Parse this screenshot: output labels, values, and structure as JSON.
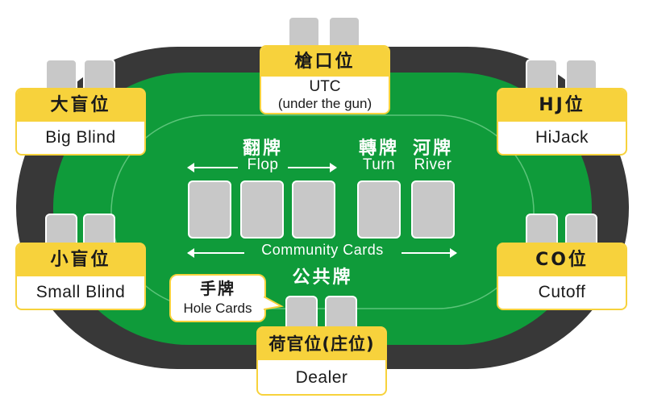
{
  "seats": {
    "utg": {
      "cn": "槍口位",
      "en_line1": "UTC",
      "en_line2": "(under the gun)"
    },
    "big_blind": {
      "cn": "大盲位",
      "en": "Big Blind"
    },
    "hijack": {
      "cn": "HJ位",
      "en": "HiJack"
    },
    "small_blind": {
      "cn": "小盲位",
      "en": "Small Blind"
    },
    "cutoff": {
      "cn": "CO位",
      "en": "Cutoff"
    },
    "dealer": {
      "cn": "荷官位(庄位)",
      "en": "Dealer"
    }
  },
  "board": {
    "flop_cn": "翻牌",
    "flop_en": "Flop",
    "turn_cn": "轉牌",
    "turn_en": "Turn",
    "river_cn": "河牌",
    "river_en": "River",
    "community_en": "Community Cards",
    "community_cn": "公共牌"
  },
  "hole_cards": {
    "cn": "手牌",
    "en": "Hole Cards"
  },
  "colors": {
    "felt": "#0f9b3a",
    "rail": "#383838",
    "label_yellow": "#f7d23c",
    "card_grey": "#c8c8c8"
  }
}
